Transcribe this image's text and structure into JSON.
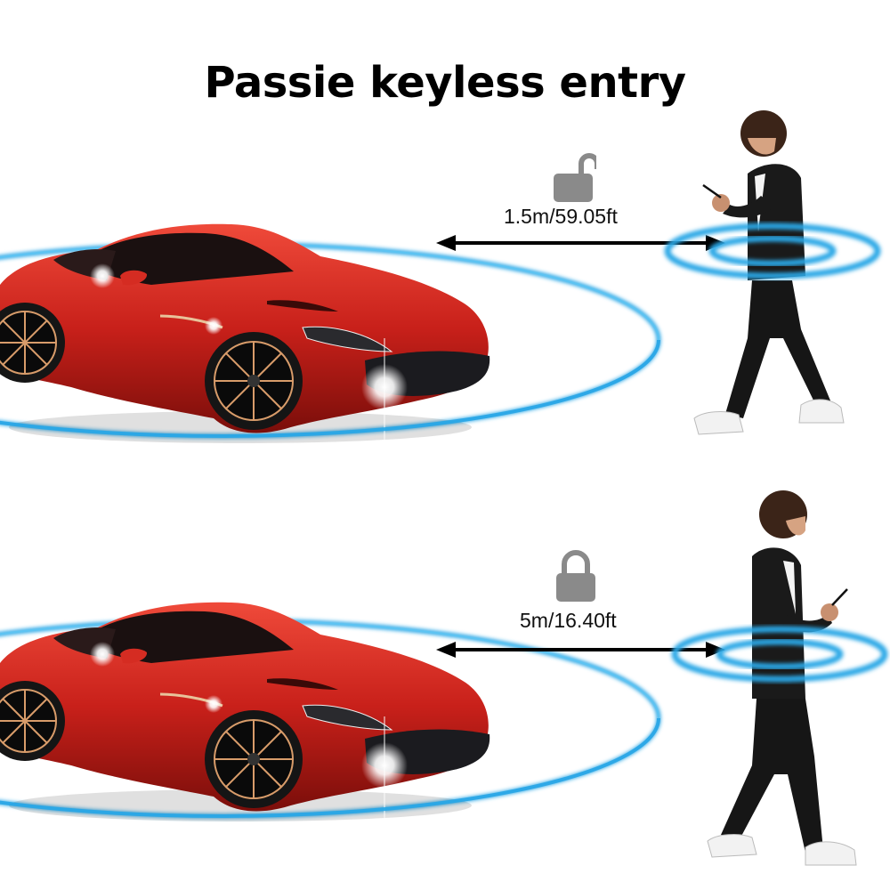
{
  "title": "Passie keyless entry",
  "colors": {
    "ring": "#2aa7e6",
    "car_red": "#c8201a",
    "lock_gray": "#8a8a8a",
    "arrow": "#000000",
    "suit": "#161616"
  },
  "scenes": [
    {
      "id": "near",
      "lock_state": "unlocked",
      "lock_icon": "unlocked-padlock-icon",
      "distance_label": "1.5m/59.05ft"
    },
    {
      "id": "far",
      "lock_state": "locked",
      "lock_icon": "locked-padlock-icon",
      "distance_label": "5m/16.40ft"
    }
  ]
}
